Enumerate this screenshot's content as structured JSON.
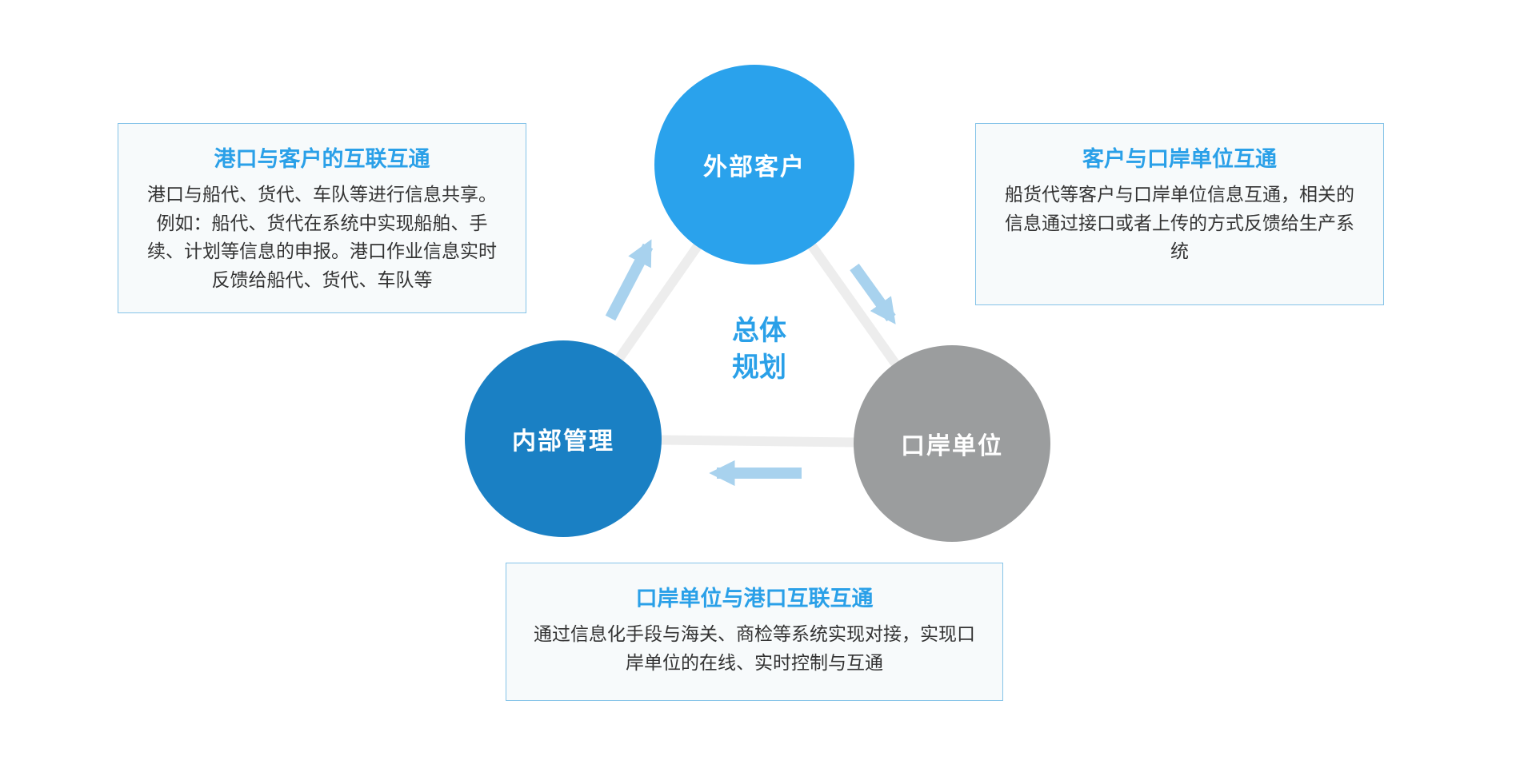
{
  "diagram": {
    "center": {
      "line1": "总体",
      "line2": "规划"
    },
    "nodes": {
      "external": {
        "label": "外部客户",
        "color": "#2AA2EC"
      },
      "internal": {
        "label": "内部管理",
        "color": "#1A80C4"
      },
      "port": {
        "label": "口岸单位",
        "color": "#9B9D9E"
      }
    },
    "boxes": {
      "port_customer": {
        "title": "港口与客户的互联互通",
        "body": "港口与船代、货代、车队等进行信息共享。例如：船代、货代在系统中实现船舶、手续、计划等信息的申报。港口作业信息实时反馈给船代、货代、车队等"
      },
      "customer_port_unit": {
        "title": "客户与口岸单位互通",
        "body": "船货代等客户与口岸单位信息互通，相关的信息通过接口或者上传的方式反馈给生产系统"
      },
      "port_unit_port": {
        "title": "口岸单位与港口互联互通",
        "body": "通过信息化手段与海关、商检等系统实现对接，实现口岸单位的在线、实时控制与互通"
      }
    },
    "colors": {
      "accent_blue": "#2AA0E8",
      "arrow_blue": "#A8D2EE",
      "triangle_line_gray": "#EDEDED",
      "box_background": "#F7FAFB",
      "box_border": "#85C3E8"
    }
  }
}
